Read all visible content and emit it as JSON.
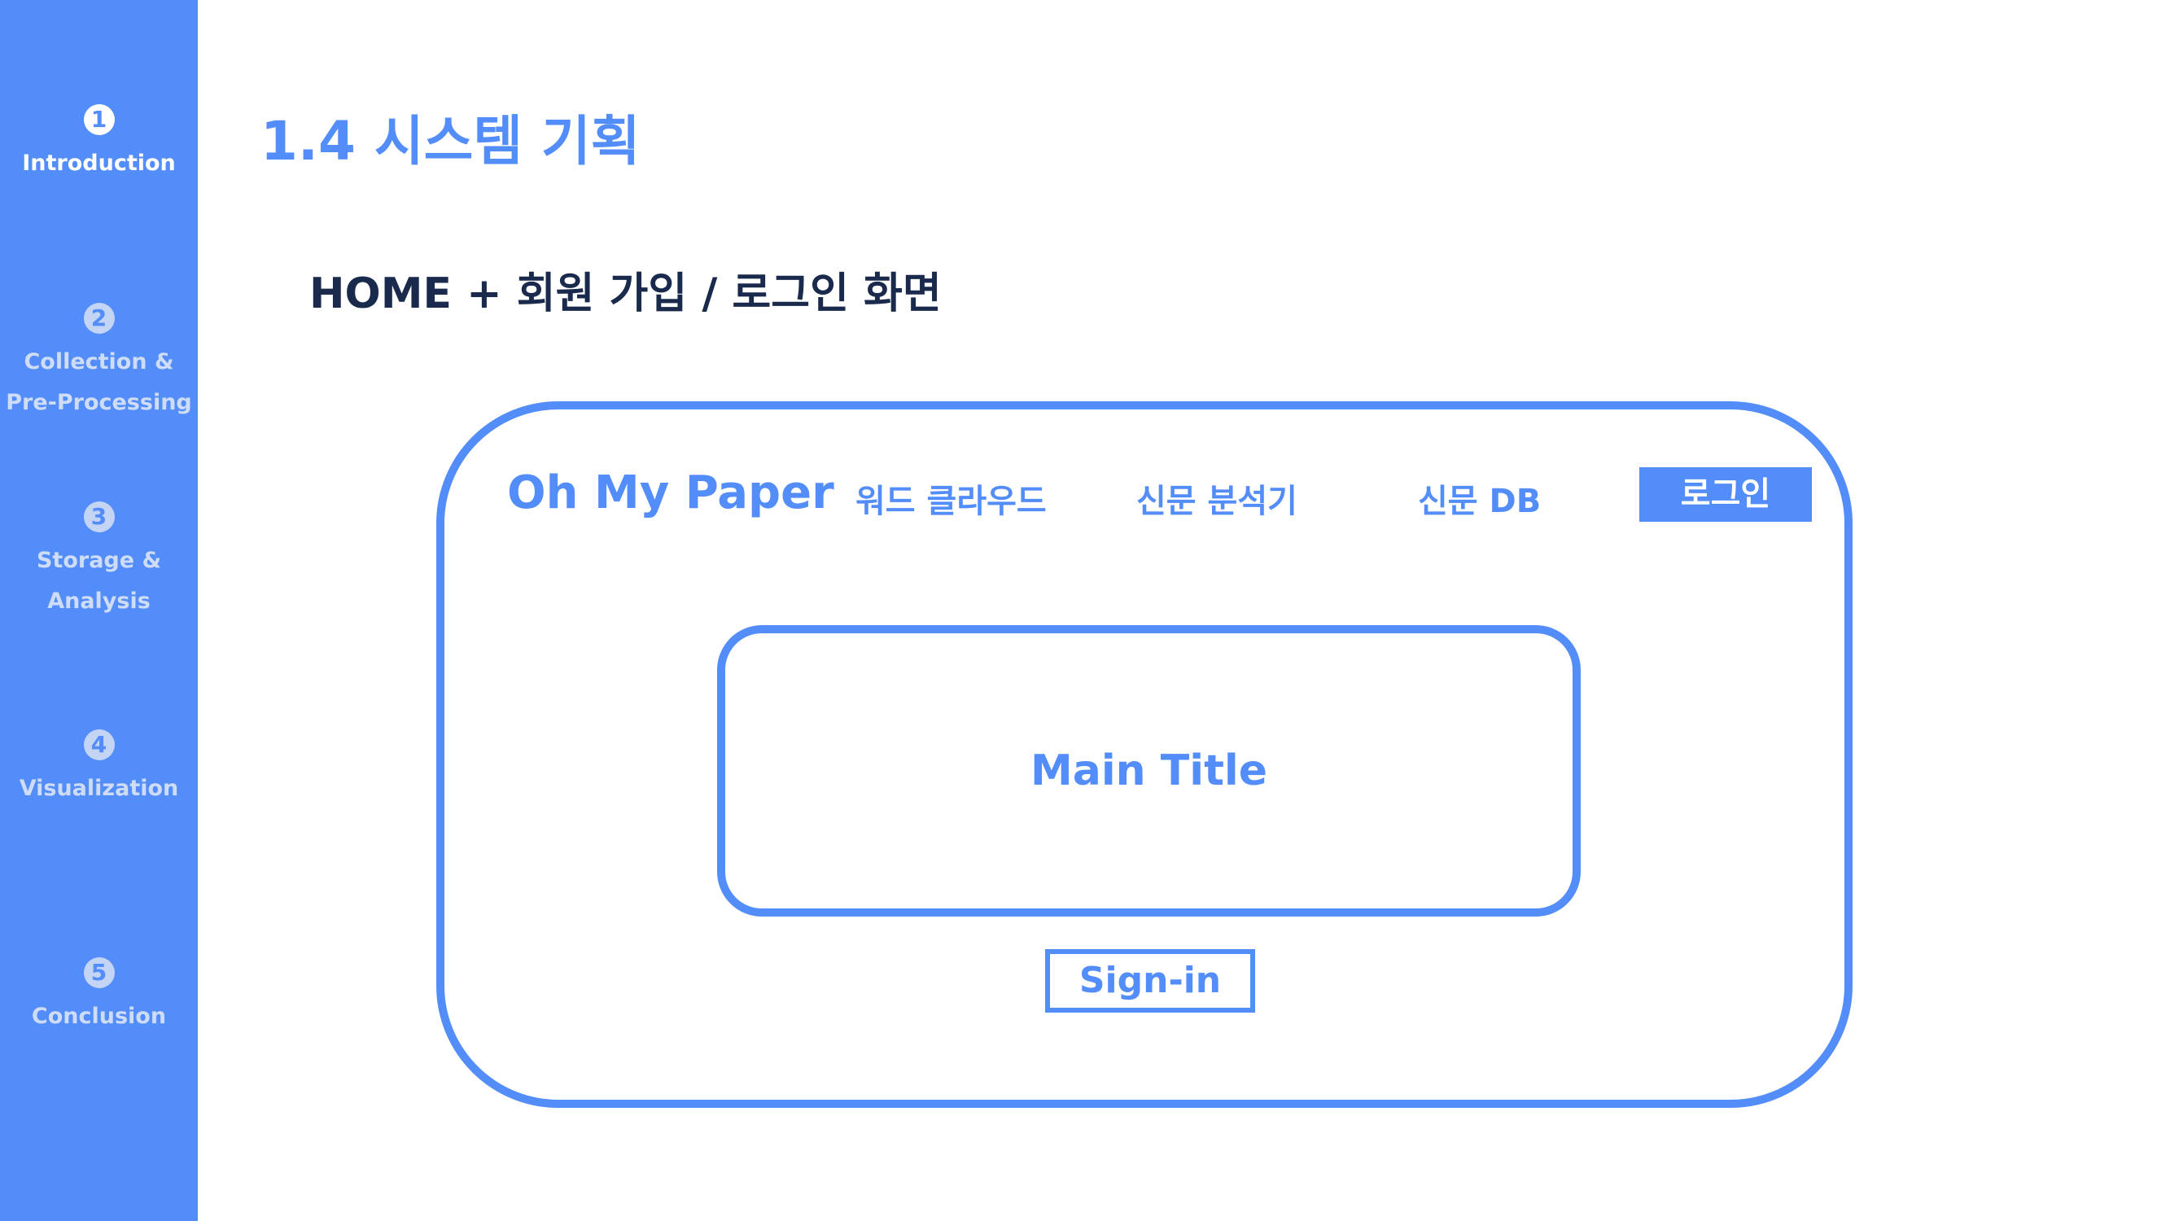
{
  "sidebar": {
    "items": [
      {
        "number": "1",
        "line1": "Introduction",
        "line2": "",
        "active": true
      },
      {
        "number": "2",
        "line1": "Collection &",
        "line2": "Pre-Processing",
        "active": false
      },
      {
        "number": "3",
        "line1": "Storage &",
        "line2": "Analysis",
        "active": false
      },
      {
        "number": "4",
        "line1": "Visualization",
        "line2": "",
        "active": false
      },
      {
        "number": "5",
        "line1": "Conclusion",
        "line2": "",
        "active": false
      }
    ]
  },
  "header": {
    "title": "1.4 시스템 기획",
    "subtitle": "HOME + 회원 가입 / 로그인 화면"
  },
  "wireframe": {
    "brand": "Oh My Paper",
    "nav": [
      "워드 클라우드",
      "신문 분석기",
      "신문 DB"
    ],
    "login_label": "로그인",
    "main_title": "Main Title",
    "signin_label": "Sign-in"
  },
  "colors": {
    "accent": "#538df9",
    "subtitle": "#1a2a4c",
    "background": "#ffffff"
  }
}
